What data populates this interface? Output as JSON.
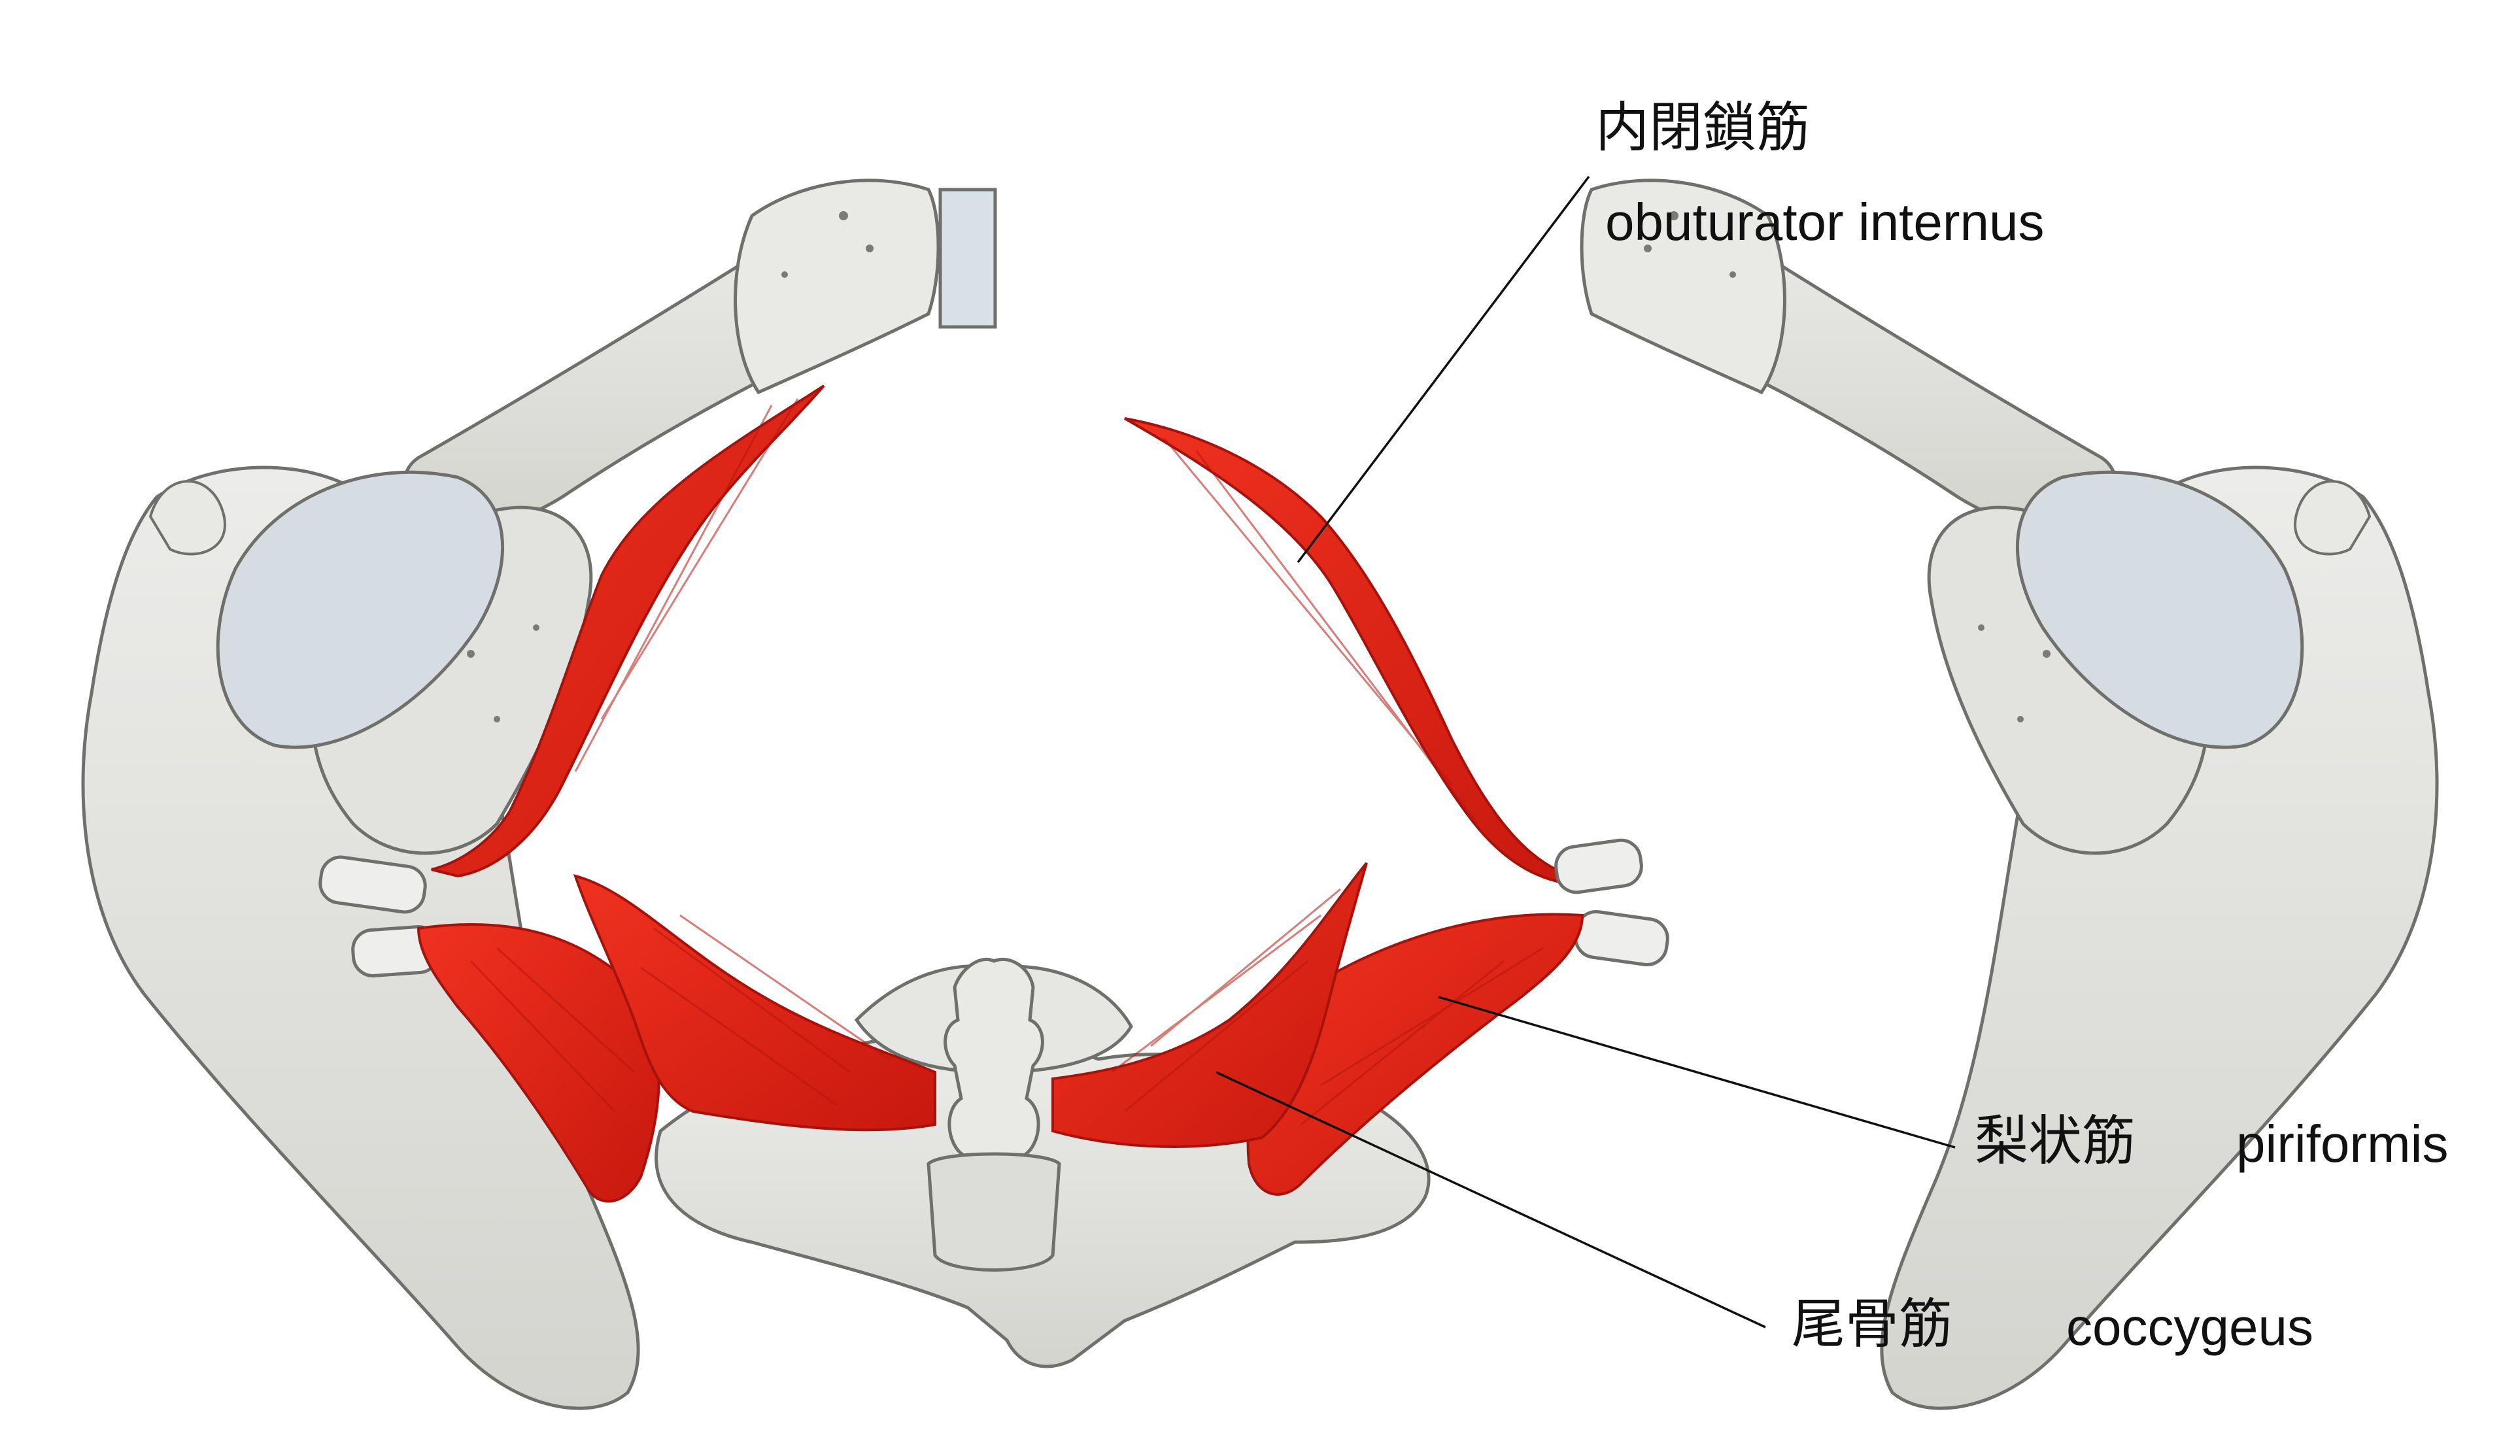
{
  "labels": {
    "obturator_jp": "内閉鎖筋",
    "obturator_en": "obuturator internus",
    "piriformis_jp": "梨状筋",
    "piriformis_en": "piriformis",
    "coccygeus_jp": "尾骨筋",
    "coccygeus_en": "coccygeus"
  },
  "colors": {
    "bone": "#e4e4e0",
    "bone_shadow": "#c9c9c4",
    "bone_outline": "#6f6f6b",
    "cartilage": "#d9e1e8",
    "muscle": "#e8251c",
    "muscle_dark": "#b81510",
    "leader": "#111111",
    "background": "#ffffff"
  }
}
